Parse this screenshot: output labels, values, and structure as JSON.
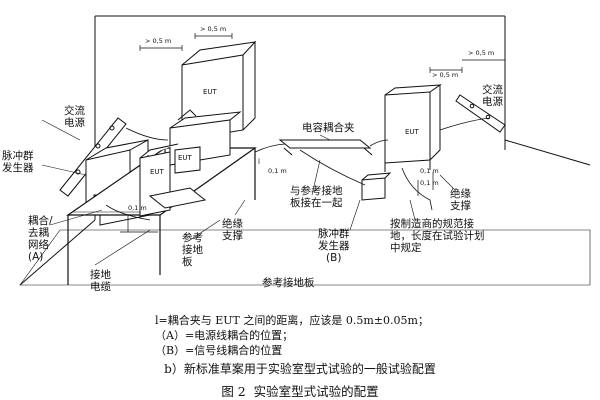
{
  "figure": {
    "labels": {
      "ac_power_left": "交流\n电源",
      "burst_gen_a": "脉冲群\n发生器",
      "cdn_a": "耦合/\n去耦\n网络\n(A)",
      "ground_cable": "接地\n电缆",
      "eut_top": "EUT",
      "eut_mid": "EUT",
      "eut_small": "EUT",
      "eut_right": "EUT",
      "dim_05_top": "> 0,5 m",
      "dim_05_top2": "> 0,5 m",
      "dim_05_right1": "> 0,5 m",
      "dim_05_right2": "> 0,5 m",
      "dim_01_table": "0,1 m",
      "dim_01_floor": "0,1 m",
      "dim_01_right1": "0,1 m",
      "dim_01_right2": "0,1 m",
      "ref_plane_table": "参考\n接地\n板",
      "insulating_support_1": "绝缘\n支撑",
      "capacitive_clamp": "电容耦合夹",
      "connect_ref_plane": "与参考接地\n板接在一起",
      "burst_gen_b": "脉冲群\n发生器\n(B)",
      "ground_per_spec": "按制造商的规范接\n地，长度在试验计划\n中规定",
      "insulating_support_2": "绝缘\n支撑",
      "ac_power_right": "交流\n电源",
      "ref_ground_plane": "参考接地板",
      "l_mark": "l"
    }
  },
  "captions": {
    "note_line1": "l=耦合夹与 EUT 之间的距离，应该是 0.5m±0.05m；",
    "note_line2": "（A）=电源线耦合的位置；",
    "note_line3": "（B）=信号线耦合的位置",
    "subtitle": "b）新标准草案用于实验室型式试验的一般试验配置",
    "figure_title": "图 2  实验室型式试验的配置"
  }
}
